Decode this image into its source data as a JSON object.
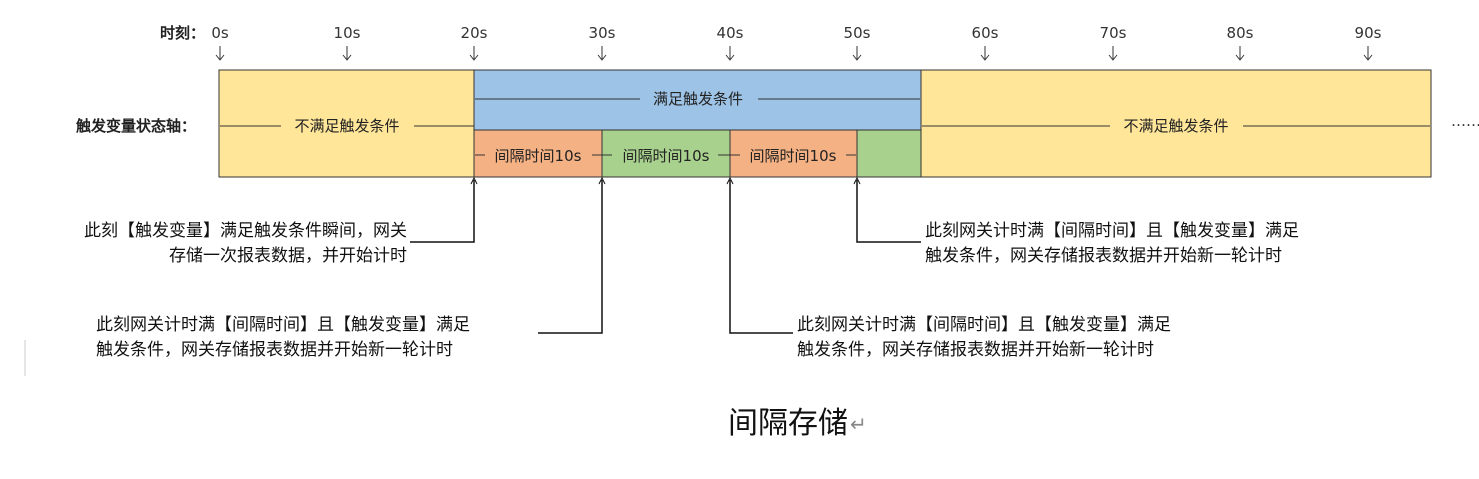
{
  "time_label": "时刻：",
  "ticks": [
    "0s",
    "10s",
    "20s",
    "30s",
    "40s",
    "50s",
    "60s",
    "70s",
    "80s",
    "90s"
  ],
  "axis_label": "触发变量状态轴：",
  "segments": {
    "not_met_left": "不满足触发条件",
    "met": "满足触发条件",
    "not_met_right": "不满足触发条件",
    "interval_1": "间隔时间10s",
    "interval_2": "间隔时间10s",
    "interval_3": "间隔时间10s"
  },
  "ellipsis": "……",
  "annotations": {
    "a1_line1": "此刻【触发变量】满足触发条件瞬间，网关",
    "a1_line2": "存储一次报表数据，并开始计时",
    "a2_line1": "此刻网关计时满【间隔时间】且【触发变量】满足",
    "a2_line2": "触发条件，网关存储报表数据并开始新一轮计时",
    "a3_line1": "此刻网关计时满【间隔时间】且【触发变量】满足",
    "a3_line2": "触发条件，网关存储报表数据并开始新一轮计时",
    "a4_line1": "此刻网关计时满【间隔时间】且【触发变量】满足",
    "a4_line2": "触发条件，网关存储报表数据并开始新一轮计时"
  },
  "caption": "间隔存储",
  "caption_mark": "↵",
  "colors": {
    "not_met": "#FFE699",
    "met": "#9DC3E6",
    "interval_orange": "#F4B183",
    "interval_green": "#A9D18E"
  }
}
